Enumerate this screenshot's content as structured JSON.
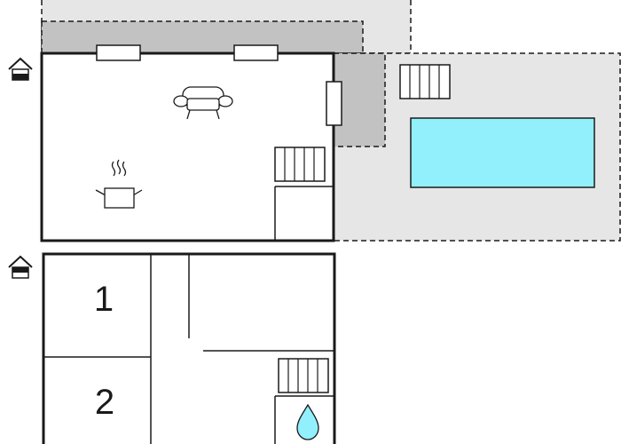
{
  "floorplan": {
    "rooms": [
      {
        "id": "bedroom-1",
        "label": "1"
      },
      {
        "id": "bedroom-2",
        "label": "2"
      }
    ],
    "icons": {
      "ground_floor": "house-icon",
      "upper_floor": "house-icon",
      "living": "sofa-icon",
      "kitchen": "cooking-pot-icon",
      "bathroom": "water-drop-icon",
      "stairs": "stairs-icon"
    },
    "colors": {
      "wall": "#1a1a1a",
      "outdoor_area": "#e6e6e6",
      "covered_terrace": "#c2c2c2",
      "pool_water": "#91f0fb",
      "floor": "#ffffff"
    }
  }
}
